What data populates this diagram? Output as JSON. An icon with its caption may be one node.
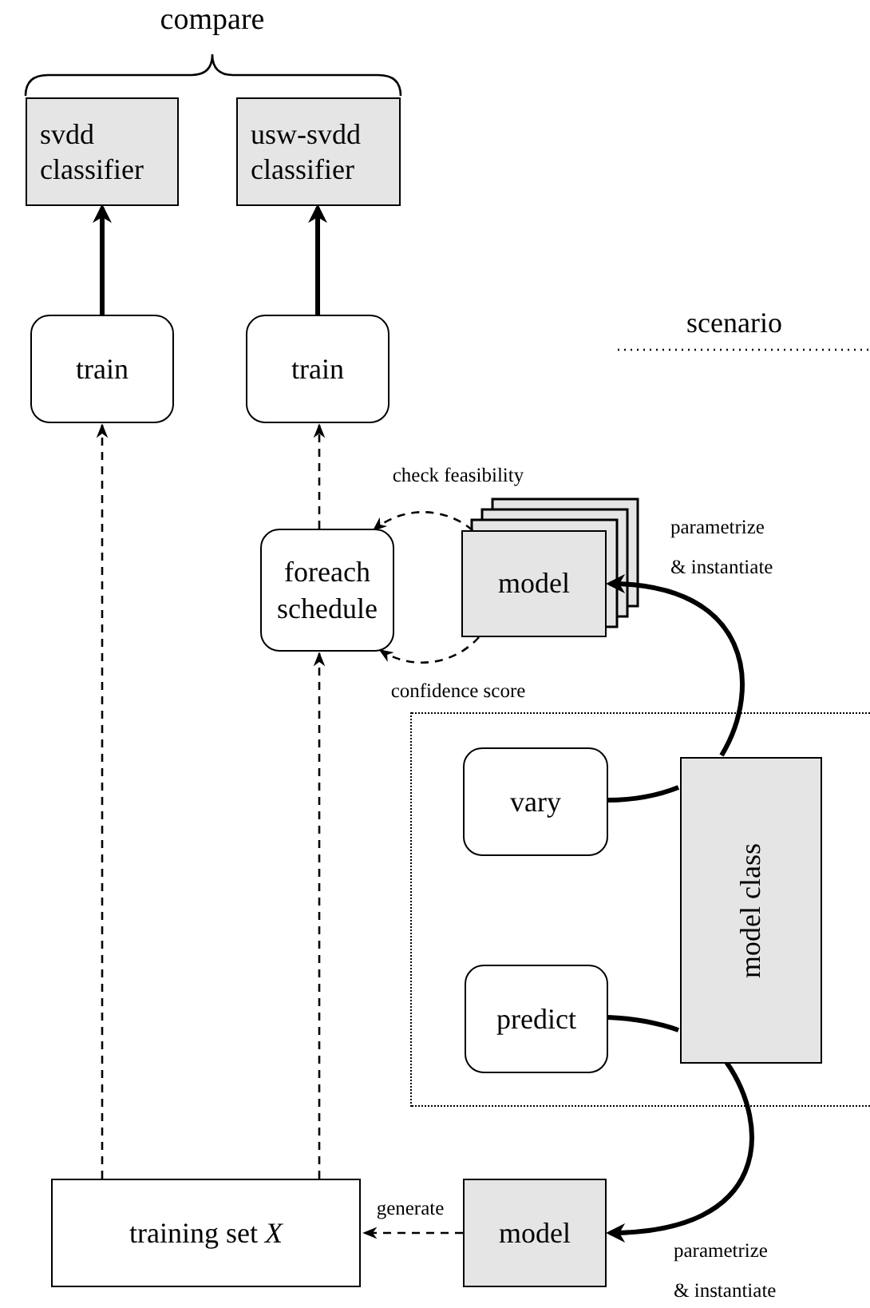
{
  "diagram": {
    "nodes": [
      {
        "text": [
          "svdd classifier"
        ]
      },
      {
        "text": [
          "usw-svdd classifier"
        ]
      },
      {
        "text": [
          "train"
        ]
      },
      {
        "text": [
          "train"
        ]
      },
      {
        "text": [
          "foreach schedule"
        ]
      },
      {
        "text": [
          "model"
        ],
        "beside": [
          "parametrize & instantiate"
        ]
      },
      {
        "text": [],
        "shape": "box"
      },
      {
        "text": [
          "vary"
        ],
        "in": 6
      },
      {
        "text": [
          "model class"
        ],
        "in": 6
      },
      {
        "text": [
          "predict"
        ],
        "in": 6
      },
      {
        "text": [
          "training set *X*"
        ]
      },
      {
        "text": [
          "model"
        ],
        "beside": [
          "parametrize & instantiate"
        ]
      }
    ],
    "edges": [
      {
        "from": 2,
        "to": 0,
        "arrow": "to",
        "style": "thick"
      },
      {
        "from": 3,
        "to": 1,
        "arrow": "to",
        "style": "thick"
      },
      {
        "from": 10,
        "to": 2,
        "arrow": "to",
        "style": "dashed"
      },
      {
        "from": 10,
        "to": 4,
        "arrow": "to",
        "style": "dashed"
      },
      {
        "from": 4,
        "to": 3,
        "arrow": "to",
        "style": "dashed"
      },
      {
        "from": 5,
        "to": 4,
        "arrow": "to",
        "style": "dashed",
        "label": "check feasibility"
      },
      {
        "from": 5,
        "to": 4,
        "arrow": "to",
        "style": "dashed",
        "label": "confidence score"
      },
      {
        "from": 7,
        "to": 8,
        "arrow": "none",
        "style": "thick"
      },
      {
        "from": 8,
        "to": 5,
        "arrow": "to",
        "style": "thick"
      },
      {
        "from": 9,
        "to": 8,
        "arrow": "none",
        "style": "thick"
      },
      {
        "from": 8,
        "to": 11,
        "arrow": "to",
        "style": "thick"
      },
      {
        "from": 11,
        "to": 10,
        "arrow": "to",
        "style": "dashed",
        "label": "generate"
      }
    ],
    "labels": [
      "compare",
      "scenario"
    ]
  }
}
